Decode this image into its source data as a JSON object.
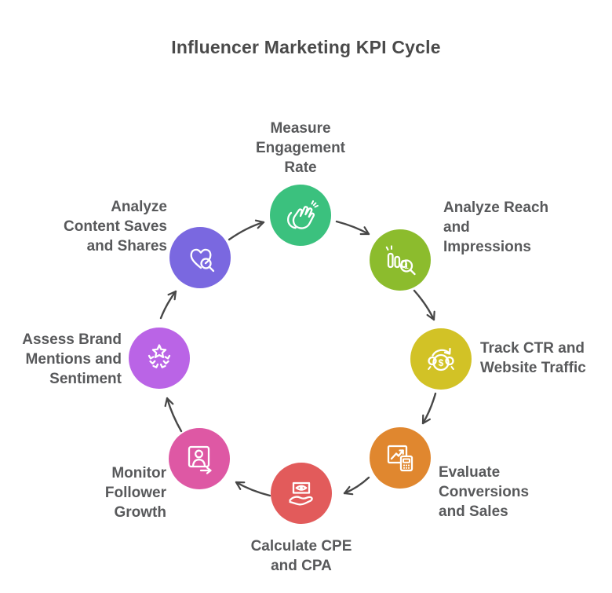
{
  "title": "Influencer Marketing KPI Cycle",
  "colors": {
    "title_text": "#4a4a4a",
    "label_text": "#58595b",
    "arrow": "#474747",
    "background": "#ffffff"
  },
  "nodes": [
    {
      "id": "measure-engagement-rate",
      "label": "Measure\nEngagement\nRate",
      "color": "#3bc17e",
      "icon": "clapping-hands-icon"
    },
    {
      "id": "analyze-reach-impressions",
      "label": "Analyze Reach\nand\nImpressions",
      "color": "#8cbc2d",
      "icon": "bar-chart-magnifier-icon"
    },
    {
      "id": "track-ctr-website-traffic",
      "label": "Track CTR and\nWebsite Traffic",
      "color": "#d2c226",
      "icon": "dollar-coin-refresh-icon"
    },
    {
      "id": "evaluate-conversions-sales",
      "label": "Evaluate\nConversions\nand Sales",
      "color": "#e0872f",
      "icon": "chart-calculator-icon"
    },
    {
      "id": "calculate-cpe-cpa",
      "label": "Calculate CPE\nand CPA",
      "color": "#e25b5b",
      "icon": "money-in-hand-icon"
    },
    {
      "id": "monitor-follower-growth",
      "label": "Monitor\nFollower\nGrowth",
      "color": "#de58a4",
      "icon": "follower-profile-arrow-icon"
    },
    {
      "id": "assess-brand-mentions",
      "label": "Assess Brand\nMentions and\nSentiment",
      "color": "#ba64e6",
      "icon": "star-laurel-icon"
    },
    {
      "id": "analyze-content-saves-shares",
      "label": "Analyze\nContent Saves\nand Shares",
      "color": "#7a68e0",
      "icon": "heart-magnifier-icon"
    }
  ]
}
